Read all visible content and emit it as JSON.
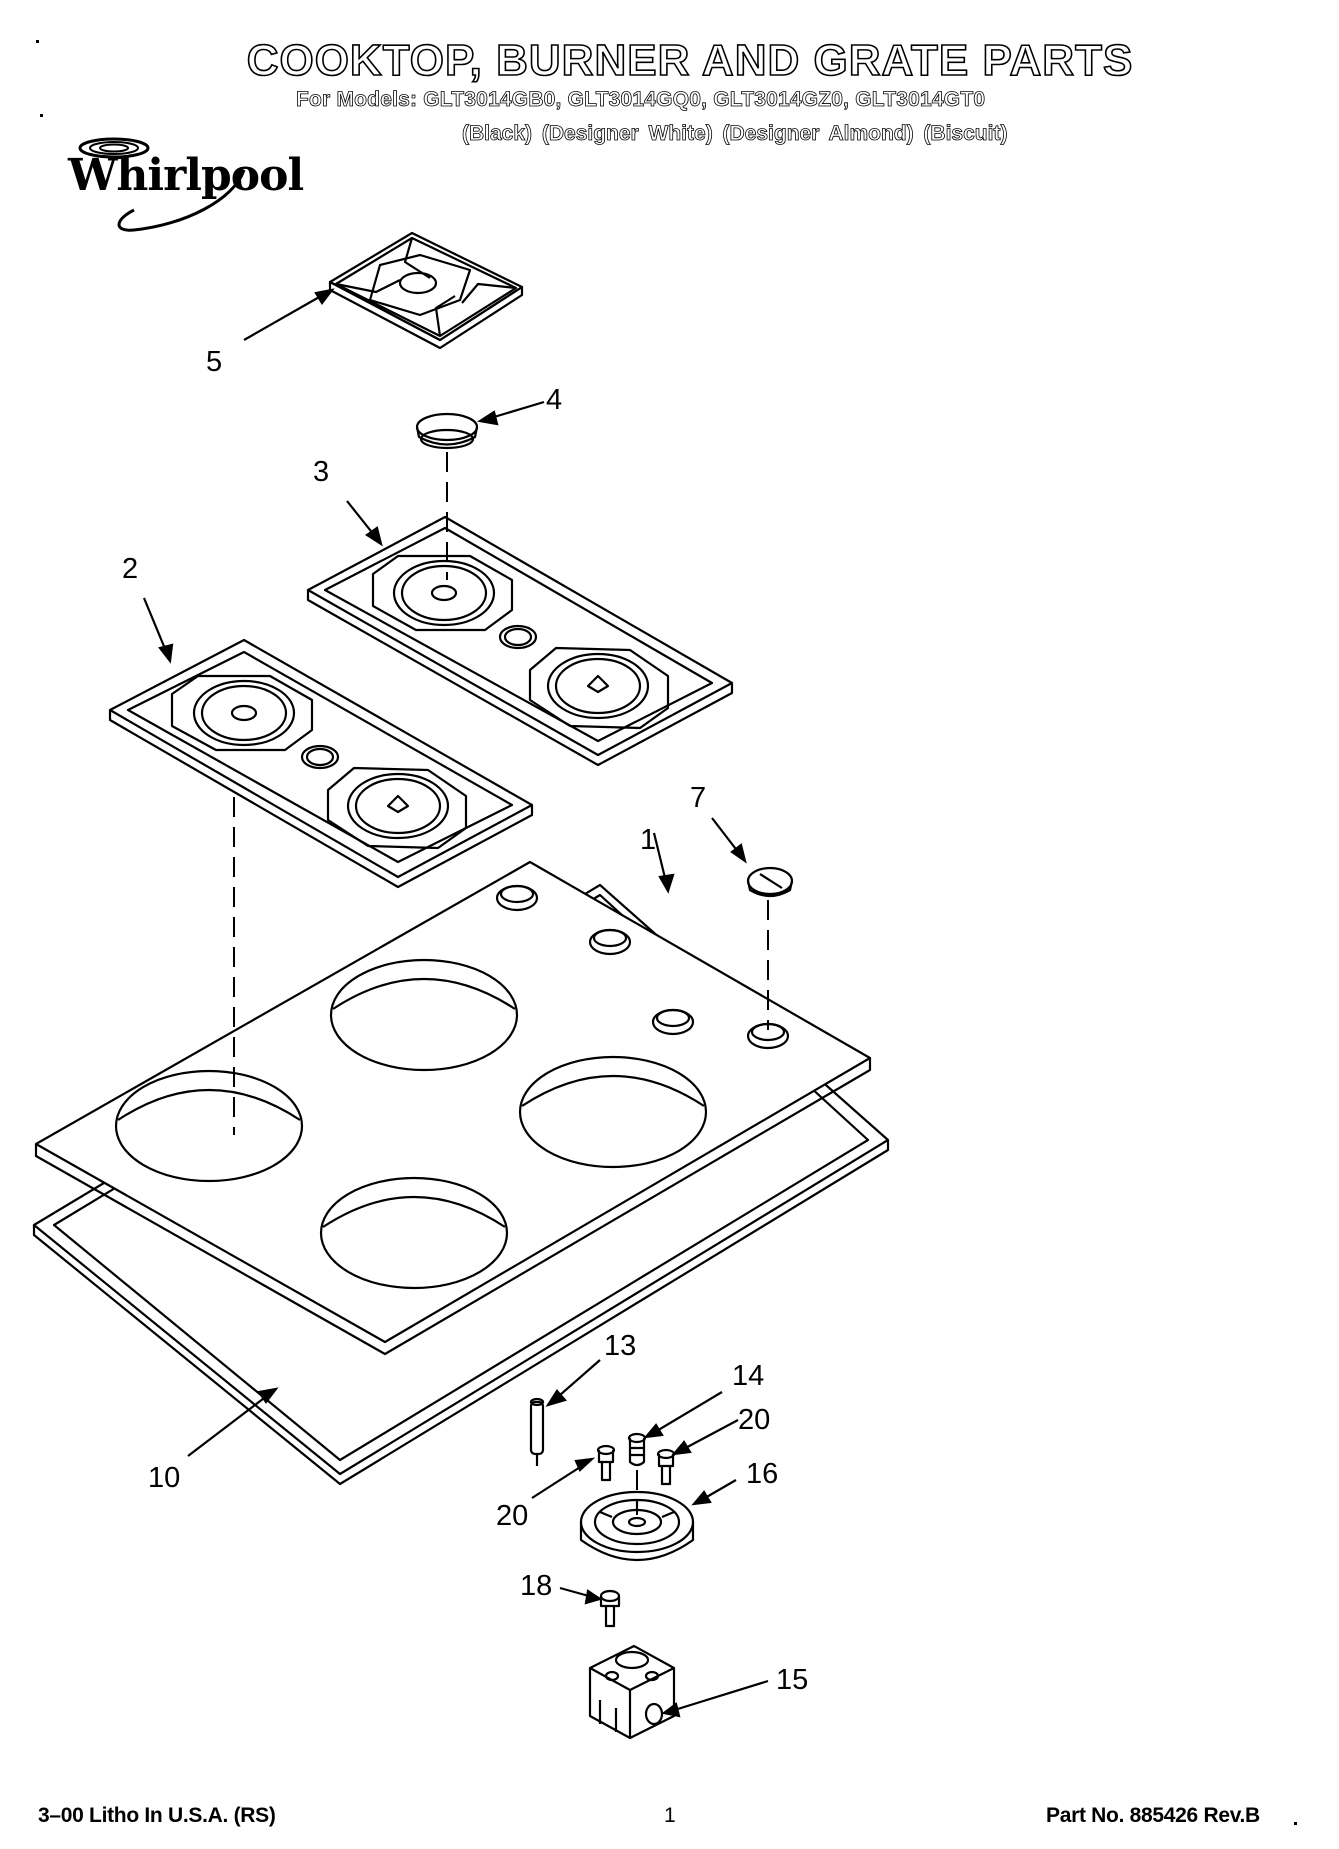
{
  "header": {
    "title": "COOKTOP, BURNER AND GRATE PARTS",
    "models": "For Models: GLT3014GB0, GLT3014GQ0, GLT3014GZ0, GLT3014GT0",
    "colors": "(Black)     (Designer White) (Designer Almond) (Biscuit)"
  },
  "brand": {
    "logo_text": "Whirlpool"
  },
  "callouts": {
    "c1": "1",
    "c2": "2",
    "c3": "3",
    "c4": "4",
    "c5": "5",
    "c7": "7",
    "c10": "10",
    "c13": "13",
    "c14": "14",
    "c15": "15",
    "c16": "16",
    "c18": "18",
    "c20a": "20",
    "c20b": "20"
  },
  "footer": {
    "left": "3–00 Litho In U.S.A. (RS)",
    "page": "1",
    "right": "Part No. 885426 Rev.B"
  }
}
